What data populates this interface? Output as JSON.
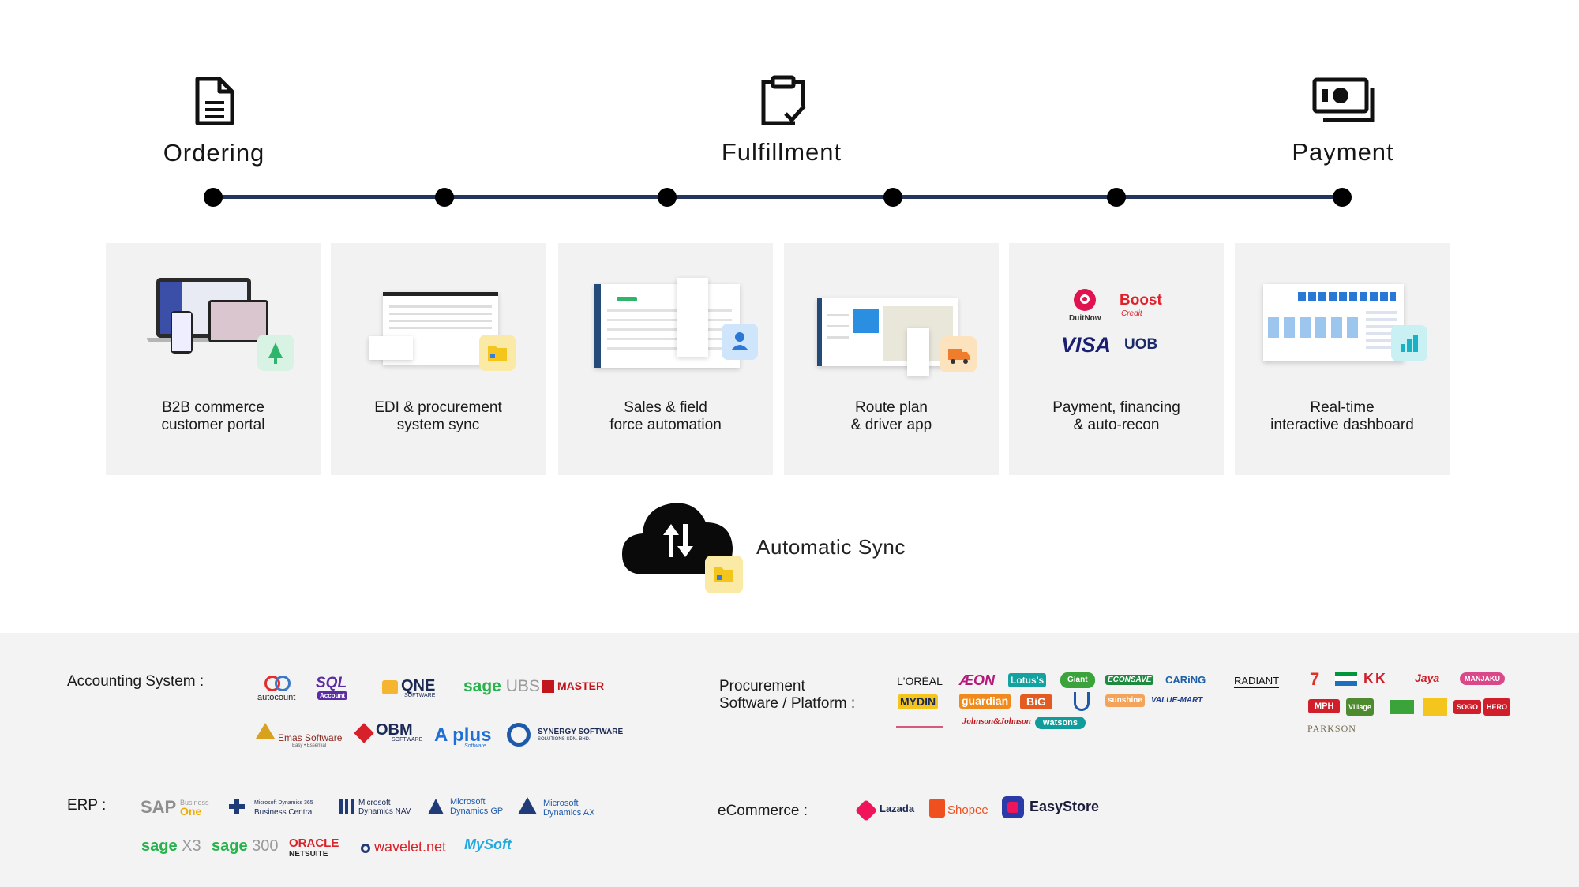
{
  "stages": {
    "ordering": "Ordering",
    "fulfillment": "Fulfillment",
    "payment": "Payment"
  },
  "cards": [
    {
      "line1": "B2B commerce",
      "line2": "customer portal"
    },
    {
      "line1": "EDI & procurement",
      "line2": "system sync"
    },
    {
      "line1": "Sales & field",
      "line2": "force automation"
    },
    {
      "line1": "Route plan",
      "line2": "& driver app"
    },
    {
      "line1": "Payment, financing",
      "line2": "& auto-recon"
    },
    {
      "line1": "Real-time",
      "line2": "interactive dashboard"
    }
  ],
  "payment_logos": {
    "duitnow": "DuitNow",
    "boost": "Boost",
    "boost_sub": "Credit",
    "visa": "VISA",
    "uob": "UOB"
  },
  "sync": {
    "label": "Automatic Sync"
  },
  "integrations": {
    "accounting_label": "Accounting System :",
    "accounting": {
      "autocount": "autocount",
      "sql": "SQL",
      "sql_sub": "Account",
      "qne": "QNE",
      "qne_sub": "SOFTWARE",
      "sage_ubs_1": "sage",
      "sage_ubs_2": "UBS",
      "master": "MASTER",
      "emas": "Emas Software",
      "emas_sub": "Easy • Essential",
      "obm": "OBM",
      "obm_sub": "SOFTWARE",
      "aplus": "A plus",
      "aplus_sub": "Software",
      "synergy": "SYNERGY SOFTWARE",
      "synergy_sub": "SOLUTIONS SDN. BHD."
    },
    "erp_label": "ERP :",
    "erp": {
      "sap": "SAP",
      "sap_business": "Business",
      "sap_one": "One",
      "bc_1": "Microsoft Dynamics 365",
      "bc_2": "Business Central",
      "nav_1": "Microsoft",
      "nav_2": "Dynamics NAV",
      "gp_1": "Microsoft",
      "gp_2": "Dynamics GP",
      "ax_1": "Microsoft",
      "ax_2": "Dynamics AX",
      "sage_x3_1": "sage",
      "sage_x3_2": "X3",
      "sage_300_1": "sage",
      "sage_300_2": "300",
      "oracle": "ORACLE",
      "netsuite": "NETSUITE",
      "wavelet": "wavelet.net",
      "mysoft": "MySoft"
    },
    "procurement_label_1": "Procurement",
    "procurement_label_2": "Software / Platform :",
    "procurement": {
      "loreal": "L'ORÉAL",
      "aeon": "ÆON",
      "lotus": "Lotus's",
      "giant": "Giant",
      "econsave": "ECONSAVE",
      "caring": "CARiNG",
      "radiant": "RADIANT",
      "seven": "7",
      "kk": "KK",
      "jaya": "Jaya",
      "manjaku": "MANJAKU",
      "mydin": "MYDIN",
      "guardian": "guardian",
      "big": "BiG",
      "sunshine": "sunshine",
      "value_mart": "VALUE-MART",
      "mph": "MPH",
      "village": "Village",
      "sogo": "SOGO",
      "hero": "HERO",
      "watsons": "watsons",
      "jj": "Johnson&Johnson",
      "parkson": "PARKSON"
    },
    "ecommerce_label": "eCommerce :",
    "ecommerce": {
      "lazada": "Lazada",
      "shopee": "Shopee",
      "easystore": "EasyStore"
    }
  },
  "colors": {
    "timeline": "#23355c",
    "card_bg": "#f2f2f2",
    "bottom_bg": "#f3f3f3",
    "sync_badge": "#fbe9a6"
  }
}
